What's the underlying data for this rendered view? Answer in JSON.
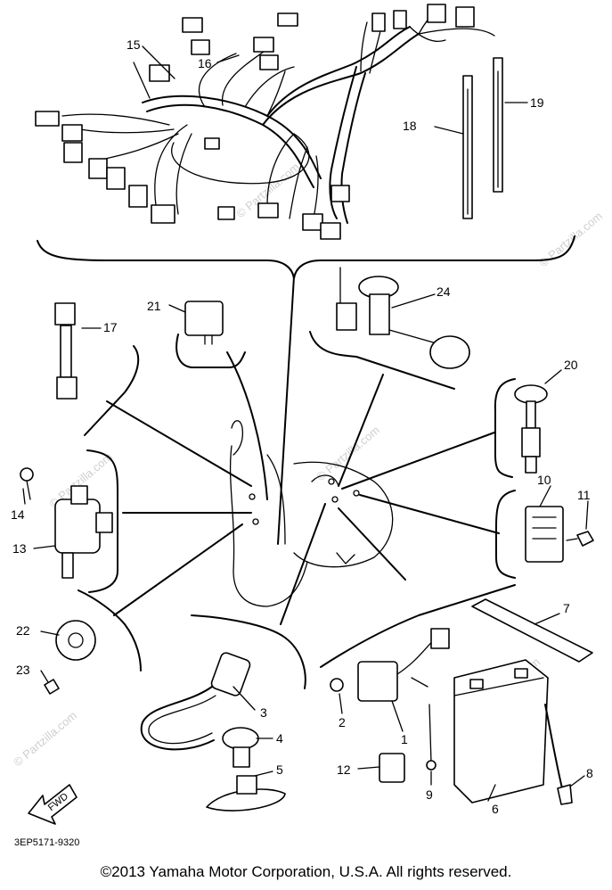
{
  "diagram": {
    "part_numbers": [
      "15",
      "16",
      "18",
      "19",
      "17",
      "21",
      "24",
      "20",
      "10",
      "11",
      "14",
      "13",
      "22",
      "23",
      "3",
      "4",
      "5",
      "7",
      "2",
      "1",
      "12",
      "9",
      "6",
      "8"
    ],
    "fwd_label": "FWD",
    "drawing_code": "3EP5171-9320",
    "watermark": "© Partzilla.com"
  },
  "footer": {
    "copyright": "©2013  Yamaha Motor Corporation, U.S.A. All rights reserved."
  }
}
